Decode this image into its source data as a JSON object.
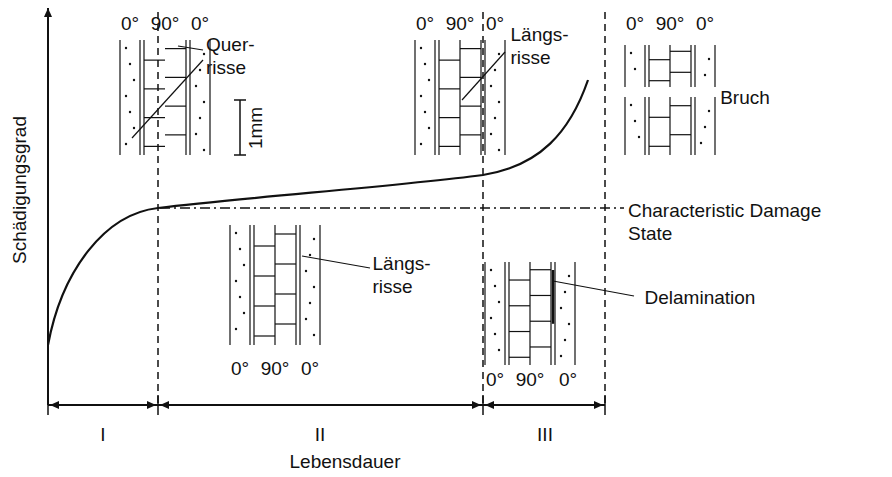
{
  "diagram": {
    "labels": [
      "Schädigungsgrad",
      "Lebensdauer",
      "I",
      "II",
      "III",
      "0°",
      "90°",
      "0°",
      "Quer- risse",
      "1mm",
      "0°",
      "90°",
      "0°",
      "Längs- risse",
      "0°",
      "90°",
      "0°",
      "Bruch",
      "Characteristic Damage State",
      "Längs- risse",
      "0°",
      "90°",
      "0°",
      "0°",
      "90°",
      "0°",
      "Delamination"
    ]
  }
}
